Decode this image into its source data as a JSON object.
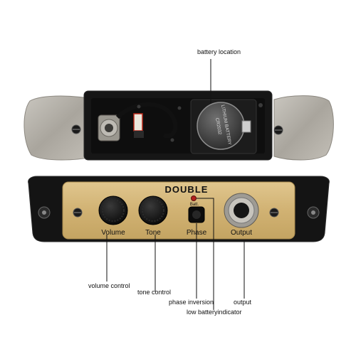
{
  "brand": "DOUBLE",
  "panel_labels": {
    "volume": "Volume",
    "tone": "Tone",
    "phase": "Phase",
    "output": "Output",
    "batt": "Batt."
  },
  "battery_print": {
    "line1": "LITHIUM BATTERY",
    "line2": "CR2032"
  },
  "callouts": {
    "battery_location": "battery location",
    "volume_control": "volume control",
    "tone_control": "tone control",
    "phase_inversion": "phase inversion",
    "low_battery_indicator": "low batteryindicator",
    "output": "output"
  },
  "colors": {
    "panel_gold": "#d3b476",
    "body_black": "#151515",
    "metal": "#b7b3aa",
    "led_red": "#b3201c"
  }
}
